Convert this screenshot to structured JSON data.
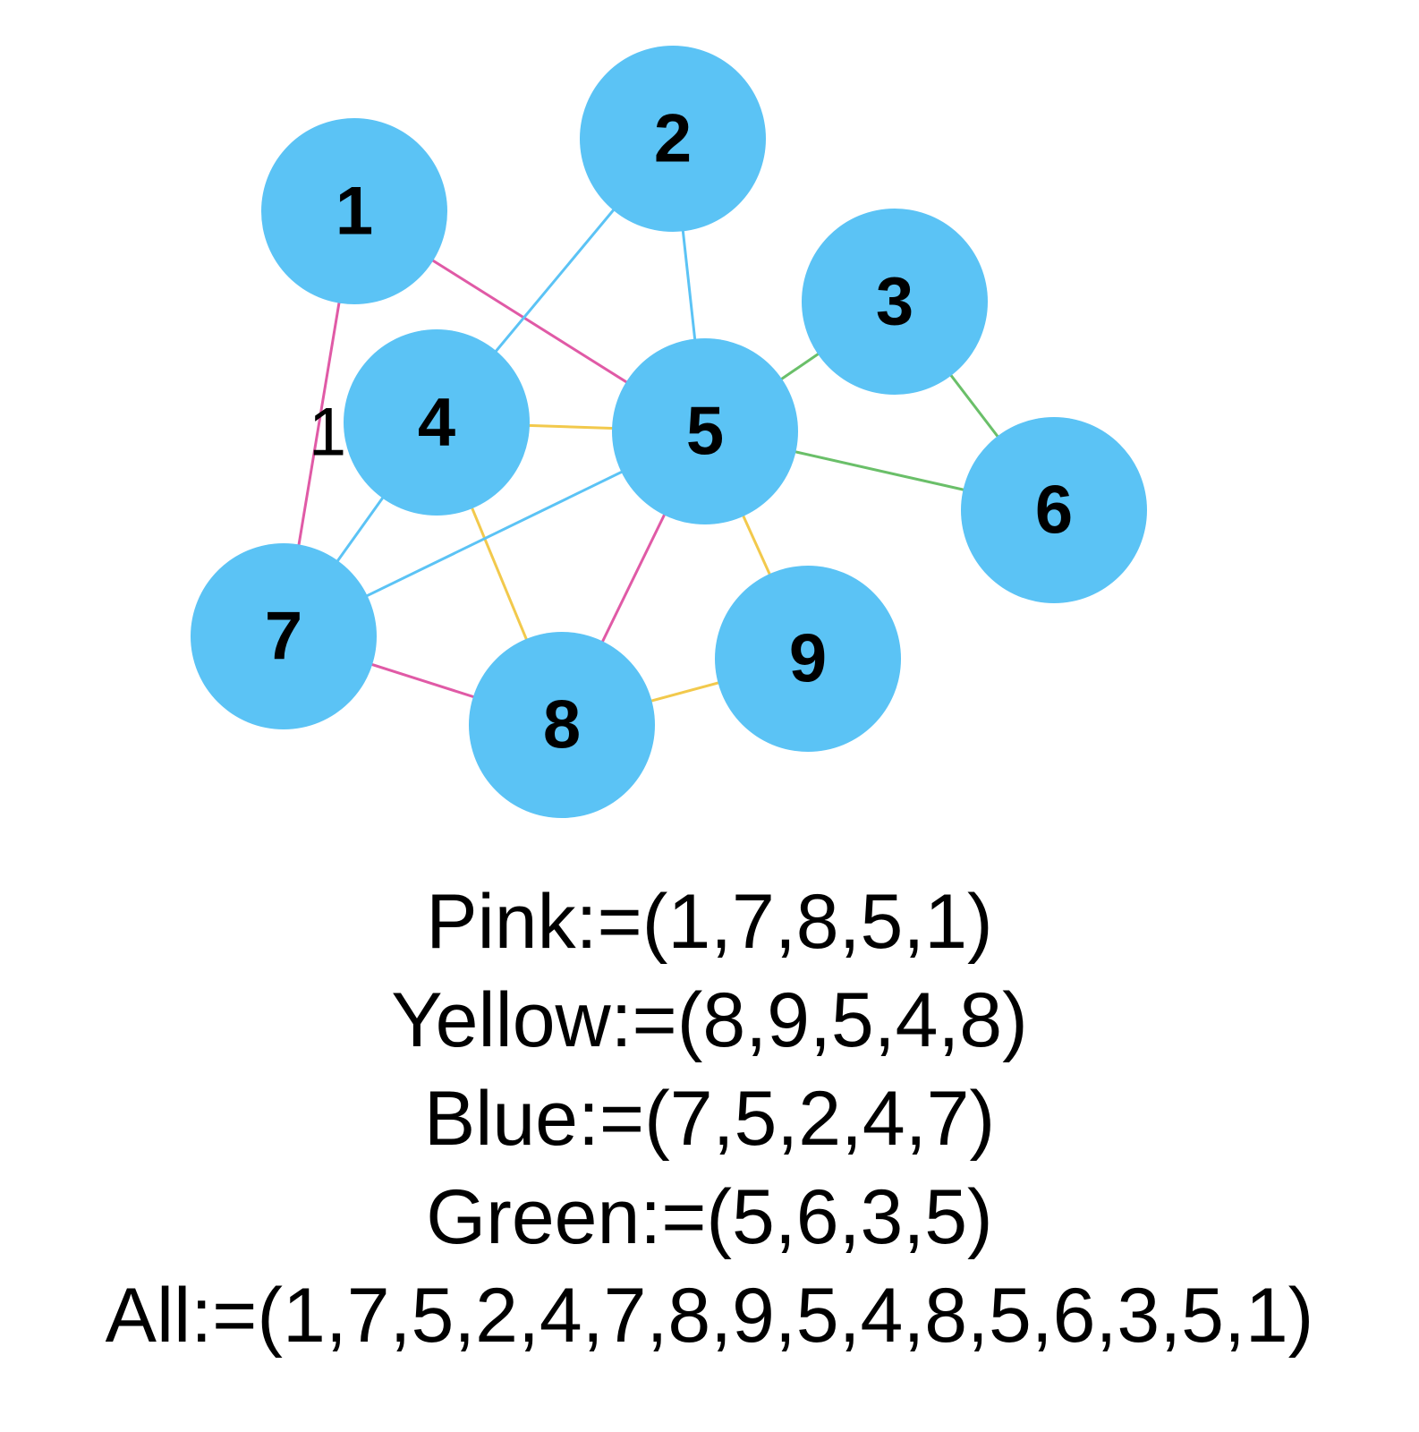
{
  "graph": {
    "node_color": "#5bc3f5",
    "nodes": [
      {
        "id": "1",
        "label": "1"
      },
      {
        "id": "2",
        "label": "2"
      },
      {
        "id": "3",
        "label": "3"
      },
      {
        "id": "4",
        "label": "4"
      },
      {
        "id": "5",
        "label": "5"
      },
      {
        "id": "6",
        "label": "6"
      },
      {
        "id": "7",
        "label": "7"
      },
      {
        "id": "8",
        "label": "8"
      },
      {
        "id": "9",
        "label": "9"
      }
    ],
    "edge_colors": {
      "pink": "#e05aa6",
      "yellow": "#f2c94c",
      "blue": "#5bc3f5",
      "green": "#6abf69"
    },
    "edges": [
      {
        "from": "1",
        "to": "7",
        "color": "pink"
      },
      {
        "from": "7",
        "to": "8",
        "color": "pink"
      },
      {
        "from": "8",
        "to": "5",
        "color": "pink"
      },
      {
        "from": "5",
        "to": "1",
        "color": "pink"
      },
      {
        "from": "8",
        "to": "9",
        "color": "yellow"
      },
      {
        "from": "9",
        "to": "5",
        "color": "yellow"
      },
      {
        "from": "5",
        "to": "4",
        "color": "yellow"
      },
      {
        "from": "4",
        "to": "8",
        "color": "yellow"
      },
      {
        "from": "7",
        "to": "5",
        "color": "blue"
      },
      {
        "from": "5",
        "to": "2",
        "color": "blue"
      },
      {
        "from": "2",
        "to": "4",
        "color": "blue"
      },
      {
        "from": "4",
        "to": "7",
        "color": "blue"
      },
      {
        "from": "5",
        "to": "6",
        "color": "green"
      },
      {
        "from": "6",
        "to": "3",
        "color": "green"
      },
      {
        "from": "3",
        "to": "5",
        "color": "green"
      }
    ],
    "stray_label": "1"
  },
  "legend": {
    "pink": "Pink:=(1,7,8,5,1)",
    "yellow": "Yellow:=(8,9,5,4,8)",
    "blue": "Blue:=(7,5,2,4,7)",
    "green": "Green:=(5,6,3,5)",
    "all": "All:=(1,7,5,2,4,7,8,9,5,4,8,5,6,3,5,1)"
  }
}
